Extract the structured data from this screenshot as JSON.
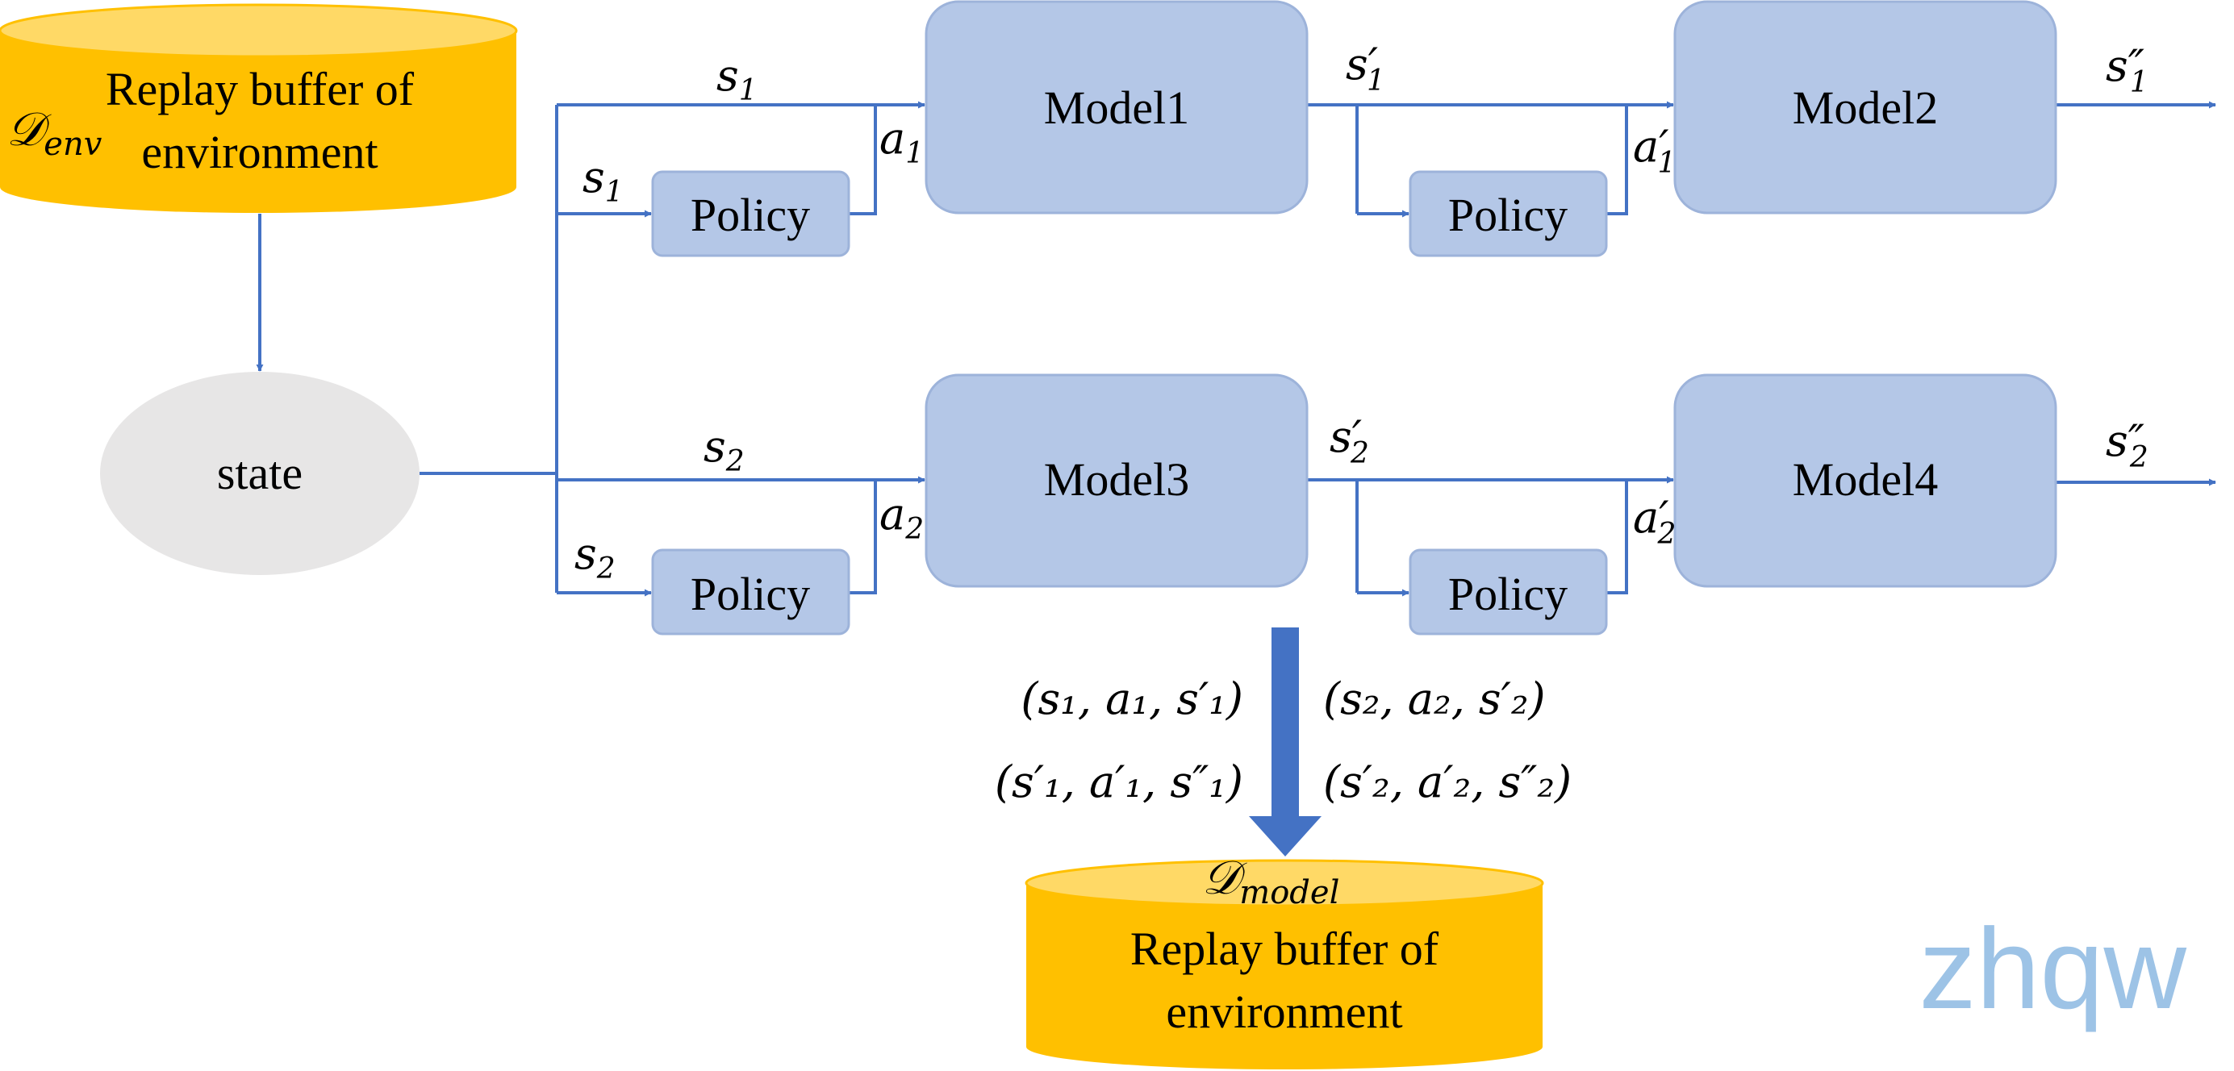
{
  "env_buffer": {
    "symbol": "𝒟",
    "symbol_sub": "env",
    "line1": "Replay buffer of",
    "line2": "environment"
  },
  "state_label": "state",
  "models": [
    "Model1",
    "Model2",
    "Model3",
    "Model4"
  ],
  "policy_label": "Policy",
  "signals": {
    "s1": "s",
    "s1_sub": "1",
    "s2": "s",
    "s2_sub": "2",
    "a1": "a",
    "a1_sub": "1",
    "a2": "a",
    "a2_sub": "2",
    "s1p": "s′",
    "s1p_sub": "1",
    "s2p": "s′",
    "s2p_sub": "2",
    "a1p": "a′",
    "a1p_sub": "1",
    "a2p": "a′",
    "a2p_sub": "2",
    "s1pp": "s″",
    "s1pp_sub": "1",
    "s2pp": "s″",
    "s2pp_sub": "2"
  },
  "tuples": {
    "t1": "(s₁, a₁, s′₁)",
    "t2": "(s₂, a₂, s′₂)",
    "t3": "(s′₁, a′₁, s″₁)",
    "t4": "(s′₂, a′₂, s″₂)"
  },
  "model_buffer": {
    "symbol": "𝒟",
    "symbol_sub": "model",
    "line1": "Replay buffer of",
    "line2": "environment"
  },
  "watermark": "zhqw",
  "colors": {
    "arrow": "#4472C4",
    "box_fill": "#B4C7E7",
    "box_stroke": "#9DB3DA",
    "cylinder_body": "#FFC000",
    "cylinder_top": "#FFD966",
    "state_fill": "#E7E6E6",
    "watermark": "#9DC3E6"
  }
}
